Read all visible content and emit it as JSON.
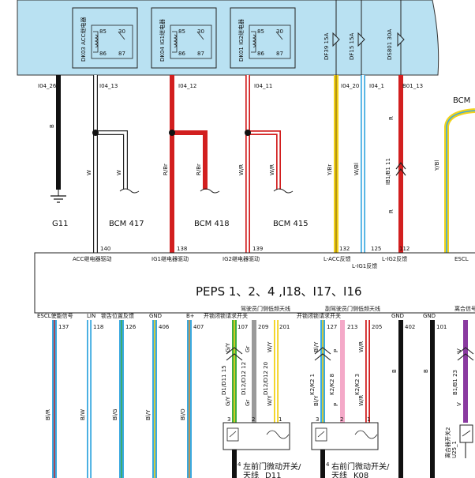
{
  "fuse_box": {
    "relays": [
      {
        "label": "DK03 ACC继电器",
        "pins": [
          "85",
          "30",
          "86",
          "87"
        ]
      },
      {
        "label": "DK04 IG1继电器",
        "pins": [
          "85",
          "30",
          "86",
          "87"
        ]
      },
      {
        "label": "DK01 IG2继电器",
        "pins": [
          "85",
          "30",
          "86",
          "87"
        ]
      }
    ],
    "fuses": [
      "DF39 15A",
      "DF15 15A",
      "DS801 30A"
    ]
  },
  "top_connectors": [
    "I04_26",
    "I04_13",
    "I04_12",
    "I04_11",
    "I04_20",
    "I04_1",
    "B01_13"
  ],
  "wires_top": {
    "black_b": "B",
    "acc_w1": "W",
    "acc_w2": "W",
    "ig1_r1": "R/Br",
    "ig1_r2": "R/Br",
    "ig2_w1": "W/R",
    "ig2_w2": "W/R",
    "lacc": "Y/Br",
    "lig1": "W/Bl",
    "lig2_r1": "R",
    "lig2_code": "IB1/B1 11",
    "lig2_r2": "R",
    "escl_y": "Y/Bl"
  },
  "ground": "G11",
  "bcm_labels": [
    "BCM 417",
    "BCM 418",
    "BCM 415"
  ],
  "bcm_right": "BCM",
  "peps": {
    "title": "PEPS 1、2、4 ,I18、I17、I16",
    "top_pins": [
      {
        "num": "140",
        "label": "ACC继电器驱动"
      },
      {
        "num": "138",
        "label": "IG1继电器驱动"
      },
      {
        "num": "139",
        "label": "IG2继电器驱动"
      },
      {
        "num": "132",
        "label": "L-ACC反馈"
      },
      {
        "num": "125",
        "label": "L-IG1反馈"
      },
      {
        "num": "112",
        "label": "L-IG2反馈"
      },
      {
        "num": "",
        "label": "ESCL"
      }
    ],
    "bottom_labels": [
      "ESCL使能信号",
      "LIN",
      "锁舌位置反馈",
      "GND",
      "B+",
      "开锁闭锁请求开关",
      "驾驶员门侧低频天线",
      "开锁闭锁请求开关",
      "副驾驶员门侧低频天线",
      "GND",
      "GND",
      "离合信号"
    ],
    "bottom_pins": [
      "137",
      "118",
      "126",
      "406",
      "407",
      "107",
      "209",
      "201",
      "127",
      "213",
      "205",
      "402",
      "101"
    ]
  },
  "bottom_wires": {
    "escl": "Bl/R",
    "lin": "B/W",
    "lock": "Bl/G",
    "gnd": "Bl/Y",
    "bplus": "Bl/O",
    "gy1": "G/Y",
    "gy2": "G/Y",
    "gr1": "Gr",
    "gr2": "Gr",
    "wy1": "W/Y",
    "wy2": "W/Y",
    "bly1": "Bl/Y",
    "bly2": "Bl/Y",
    "p1": "P",
    "p2": "P",
    "wr1": "W/R",
    "wr2": "W/R",
    "b402": "B",
    "b101": "B",
    "v1": "V",
    "v2": "V"
  },
  "bottom_codes": [
    "D1/D11 15",
    "D12/D12 12",
    "D12/D12 20",
    "K2/K2 1",
    "K2/K2 8",
    "K2/K2 3",
    "B1/B1 23"
  ],
  "switches": {
    "left": {
      "pins": [
        "3",
        "2",
        "1",
        "4"
      ],
      "label1": "左前门微动开关/",
      "label2": "天线",
      "code": "D11"
    },
    "right": {
      "pins": [
        "3",
        "2",
        "1",
        "4"
      ],
      "label1": "右前门微动开关/",
      "label2": "天线",
      "code": "K08"
    },
    "clutch": {
      "label1": "离合器开关2",
      "code": "U25_1"
    }
  }
}
